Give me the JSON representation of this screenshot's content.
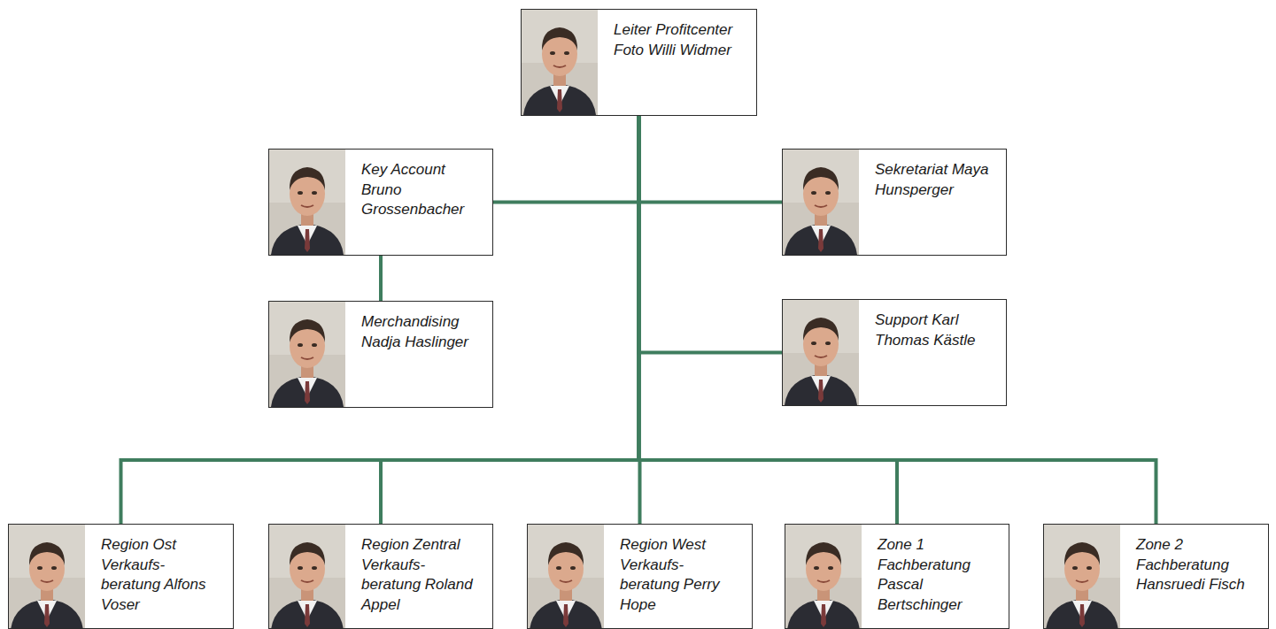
{
  "diagram": {
    "nodes": [
      {
        "text": [
          "Leiter Profitcenter Foto Willi Widmer"
        ]
      },
      {
        "text": [
          "Key Account Bruno Grossenbacher"
        ]
      },
      {
        "text": [
          "Merchandising Nadja Haslinger"
        ]
      },
      {
        "text": [
          "Sekretariat Maya Hunsperger"
        ]
      },
      {
        "text": [
          "Support Karl Thomas Kästle"
        ]
      },
      {
        "text": [
          "Region Ost Verkaufs- beratung Alfons Voser"
        ]
      },
      {
        "text": [
          "Region Zentral Verkaufs- beratung Roland Appel"
        ]
      },
      {
        "text": [
          "Region West Verkaufs- beratung Perry Hope"
        ]
      },
      {
        "text": [
          "Zone 1 Fachberatung Pascal Bertschinger"
        ]
      },
      {
        "text": [
          "Zone 2 Fachberatung Hansruedi Fisch"
        ]
      }
    ],
    "edges": [
      {
        "from": 0,
        "to": 1,
        "arrow": "none"
      },
      {
        "from": 0,
        "to": 3,
        "arrow": "none"
      },
      {
        "from": 0,
        "to": 4,
        "arrow": "none"
      },
      {
        "from": 1,
        "to": 2,
        "arrow": "none"
      },
      {
        "from": 0,
        "to": 5,
        "arrow": "none"
      },
      {
        "from": 0,
        "to": 6,
        "arrow": "none"
      },
      {
        "from": 0,
        "to": 7,
        "arrow": "none"
      },
      {
        "from": 0,
        "to": 8,
        "arrow": "none"
      },
      {
        "from": 0,
        "to": 9,
        "arrow": "none"
      }
    ]
  }
}
